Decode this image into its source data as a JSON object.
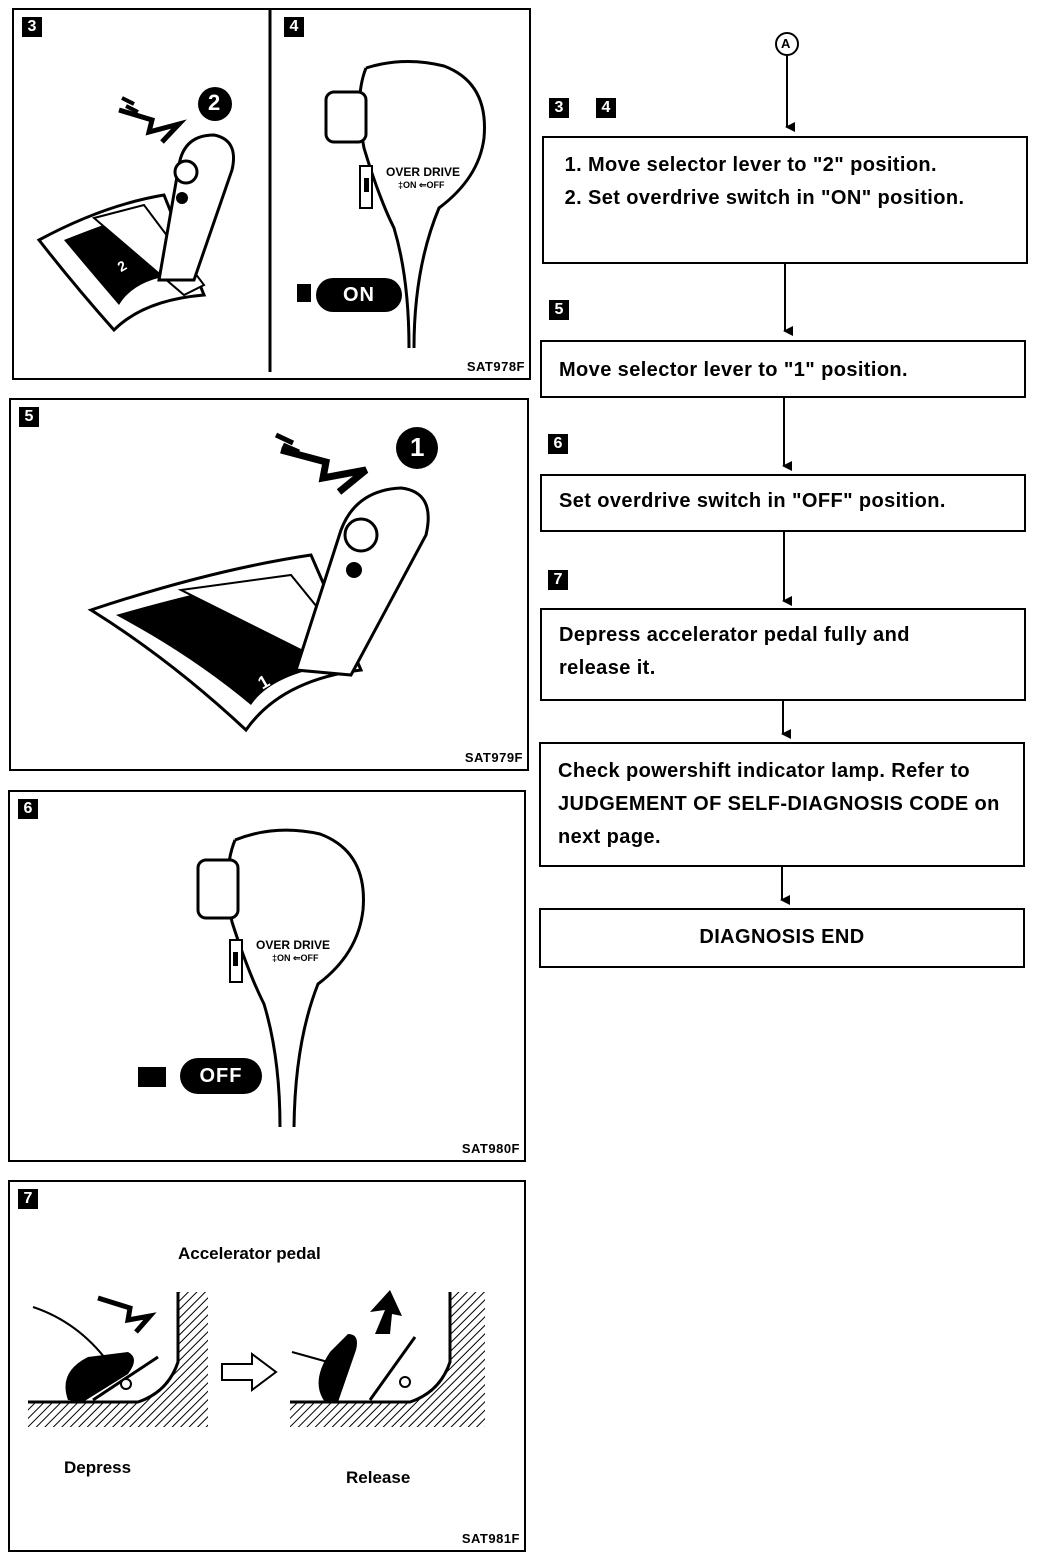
{
  "figures": [
    {
      "badges": [
        "3",
        "4"
      ],
      "code": "SAT978F",
      "on_label": "ON",
      "overdrive": "OVER DRIVE",
      "overdrive_sub": "‡ON ⇐OFF",
      "circle_num": "2",
      "gear": "2"
    },
    {
      "badges": [
        "5"
      ],
      "code": "SAT979F",
      "circle_num": "1",
      "gear": "1"
    },
    {
      "badges": [
        "6"
      ],
      "code": "SAT980F",
      "off_label": "OFF",
      "overdrive": "OVER DRIVE",
      "overdrive_sub": "‡ON ⇐OFF"
    },
    {
      "badges": [
        "7"
      ],
      "code": "SAT981F",
      "title": "Accelerator pedal",
      "depress": "Depress",
      "release": "Release"
    }
  ],
  "flow": {
    "start_connector": "A",
    "steps": [
      {
        "badges": [
          "3",
          "4"
        ],
        "items": [
          "Move selector lever to \"2\" position.",
          "Set overdrive switch in \"ON\" position."
        ]
      },
      {
        "badges": [
          "5"
        ],
        "text": "Move selector lever to \"1\" position."
      },
      {
        "badges": [
          "6"
        ],
        "text": "Set overdrive switch in \"OFF\" position."
      },
      {
        "badges": [
          "7"
        ],
        "text": "Depress accelerator pedal fully and release it."
      },
      {
        "badges": [],
        "text": "Check powershift indicator lamp. Refer to JUDGEMENT OF SELF-DIAGNOSIS CODE on next page."
      },
      {
        "badges": [],
        "text": "DIAGNOSIS END"
      }
    ]
  }
}
